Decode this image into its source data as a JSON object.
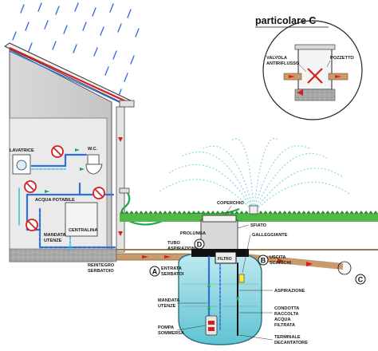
{
  "detail": {
    "title": "particolare C",
    "valve_label": [
      "VALVOLA",
      "ANTIRIFLUSSO"
    ],
    "well_label": "POZZETTO"
  },
  "house": {
    "washing_machine": "LAVATRICE",
    "wc": "W.C.",
    "drinking_water": "ACQUA POTABILE",
    "control_unit": "CENTRALINA",
    "user_supply": [
      "MANDATA",
      "UTENZE"
    ],
    "tank_refill": [
      "REINTEGRO",
      "SERBATOIO"
    ]
  },
  "tank": {
    "cover": "COPERCHIO",
    "extension": "PROLUNGA",
    "vent": "SFIATO",
    "float": "GALLEGGIANTE",
    "suction_pipe": [
      "TUBO",
      "ASPIRAZIONE"
    ],
    "filter": "FILTRO",
    "inlet": [
      "ENTRATA",
      "SERBATOI"
    ],
    "outlet": [
      "USCITA",
      "SCARICHI"
    ],
    "suction": "ASPIRAZIONE",
    "user_supply": [
      "MANDATA",
      "UTENZE"
    ],
    "filtered_pipe": [
      "CONDOTTA",
      "RACCOLTA",
      "ACQUA",
      "FILTRATA"
    ],
    "pump": [
      "POMPA",
      "SOMMERSA"
    ],
    "decanter": [
      "TERMINALE",
      "DECANTATORE"
    ]
  },
  "markers": {
    "a": "A",
    "b": "B",
    "c": "C",
    "d": "D"
  }
}
